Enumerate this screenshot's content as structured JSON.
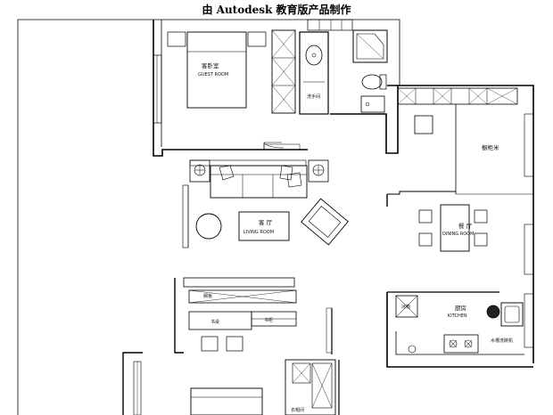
{
  "banner": "由 Autodesk 教育版产品制作",
  "rooms": {
    "guest_cn": "客卧室",
    "guest_en": "GUEST ROOM",
    "wash": "洗手间",
    "cabinet": "橱柜米",
    "living_cn": "客 厅",
    "living_en": "LIVING ROOM",
    "dining_cn": "餐 厅",
    "dining_en": "DINING ROOM",
    "kitchen_cn": "厨房",
    "kitchen_en": "KITCHEN",
    "sink": "水槽洗碗机",
    "stove": "冰箱",
    "shelf": "搁板",
    "desk": "书桌",
    "bookcase": "书柜",
    "wardrobe": "衣帽间"
  }
}
